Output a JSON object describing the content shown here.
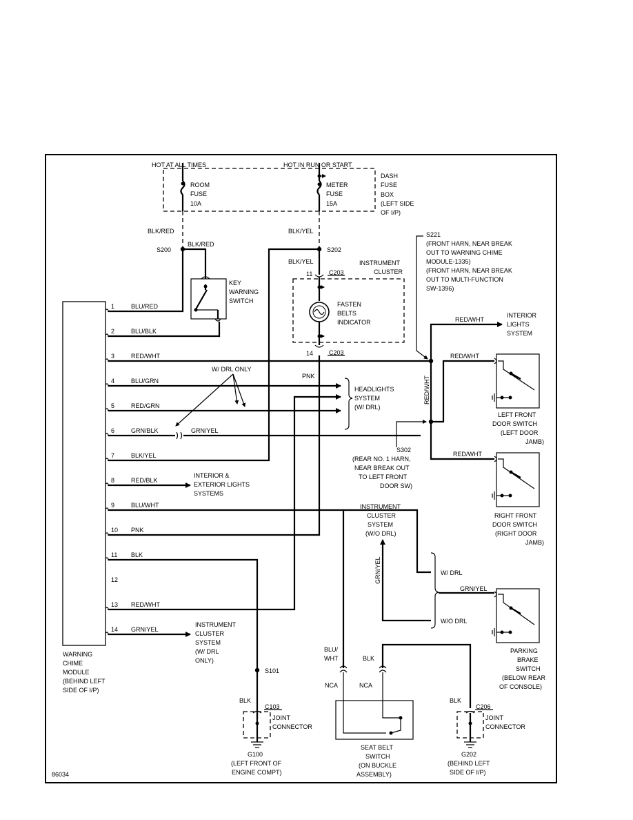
{
  "colors": {
    "ink": "#000000",
    "paper": "#ffffff"
  },
  "power": {
    "hot_always": "HOT AT ALL TIMES",
    "hot_run": "HOT IN RUN OR START"
  },
  "fuses": {
    "room": [
      "ROOM",
      "FUSE",
      "10A"
    ],
    "meter": [
      "METER",
      "FUSE",
      "15A"
    ],
    "box": [
      "DASH",
      "FUSE",
      "BOX",
      "(LEFT SIDE",
      "OF I/P)"
    ]
  },
  "wires": {
    "blk_red": "BLK/RED",
    "blk_yel": "BLK/YEL",
    "red_wht": "RED/WHT",
    "pnk": "PNK",
    "grn_yel": "GRN/YEL",
    "blu_wht_1": "BLU/",
    "blu_wht_2": "WHT",
    "blk": "BLK",
    "nca": "NCA"
  },
  "splices": {
    "s200": "S200",
    "s202": "S202",
    "s101": "S101",
    "s221": [
      "S221",
      "(FRONT HARN, NEAR BREAK",
      "OUT TO WARNING CHIME",
      "MODULE-1335)",
      "(FRONT HARN, NEAR BREAK",
      "OUT TO MULTI-FUNCTION",
      "SW-1396)"
    ],
    "s302": [
      "S302",
      "(REAR NO. 1 HARN,",
      "NEAR BREAK OUT",
      "TO LEFT FRONT",
      "DOOR SW)"
    ]
  },
  "connectors": {
    "c203": "C203",
    "pin11": "11",
    "pin14": "14",
    "c103": "C103",
    "c206": "C206"
  },
  "key_switch": [
    "KEY",
    "WARNING",
    "SWITCH"
  ],
  "cluster": {
    "label": [
      "INSTRUMENT",
      "CLUSTER"
    ],
    "indicator": [
      "FASTEN",
      "BELTS",
      "INDICATOR"
    ]
  },
  "module": {
    "label": [
      "WARNING",
      "CHIME",
      "MODULE",
      "(BEHIND LEFT",
      "SIDE OF I/P)"
    ],
    "pins": [
      "1",
      "2",
      "3",
      "4",
      "5",
      "6",
      "7",
      "8",
      "9",
      "10",
      "11",
      "12",
      "13",
      "14"
    ],
    "wires": [
      "BLU/RED",
      "BLU/BLK",
      "RED/WHT",
      "BLU/GRN",
      "RED/GRN",
      "GRN/BLK",
      "BLK/YEL",
      "RED/BLK",
      "BLU/WHT",
      "PNK",
      "BLK",
      "",
      "RED/WHT",
      "GRN/YEL"
    ]
  },
  "notes": {
    "w_drl_only": "W/ DRL ONLY",
    "w_drl": "W/ DRL",
    "wo_drl": "W/O DRL"
  },
  "destinations": {
    "headlights": [
      "HEADLIGHTS",
      "SYSTEM",
      "(W/ DRL)"
    ],
    "int_ext": [
      "INTERIOR &",
      "EXTERIOR LIGHTS",
      "SYSTEMS"
    ],
    "cluster_sys_drl": [
      "INSTRUMENT",
      "CLUSTER",
      "SYSTEM",
      "(W/ DRL",
      "ONLY)"
    ],
    "cluster_sys_wo": [
      "INSTRUMENT",
      "CLUSTER",
      "SYSTEM",
      "(W/O DRL)"
    ],
    "interior_lights": [
      "INTERIOR",
      "LIGHTS",
      "SYSTEM"
    ]
  },
  "switches": {
    "lf_door": [
      "LEFT FRONT",
      "DOOR SWITCH",
      "(LEFT DOOR",
      "JAMB)"
    ],
    "rf_door": [
      "RIGHT FRONT",
      "DOOR SWITCH",
      "(RIGHT DOOR",
      "JAMB)"
    ],
    "brake": [
      "PARKING",
      "BRAKE",
      "SWITCH",
      "(BELOW REAR",
      "OF CONSOLE)"
    ],
    "seatbelt": [
      "SEAT BELT",
      "SWITCH",
      "(ON BUCKLE",
      "ASSEMBLY)"
    ]
  },
  "grounds": {
    "joint": [
      "JOINT",
      "CONNECTOR"
    ],
    "g100": [
      "G100",
      "(LEFT FRONT OF",
      "ENGINE COMPT)"
    ],
    "g202": [
      "G202",
      "(BEHIND LEFT",
      "SIDE OF I/P)"
    ]
  },
  "figure_id": "86034"
}
